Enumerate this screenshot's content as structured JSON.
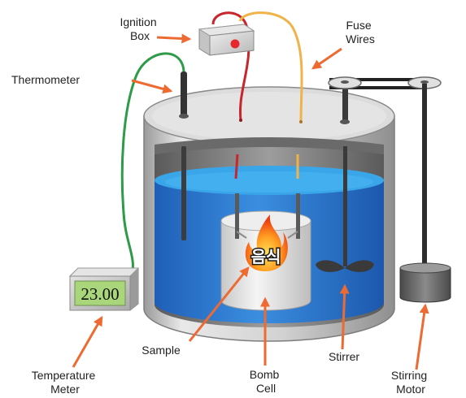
{
  "labels": {
    "ignition_box": [
      "Ignition",
      "Box"
    ],
    "fuse_wires": [
      "Fuse",
      "Wires"
    ],
    "thermometer": "Thermometer",
    "temperature_meter": [
      "Temperature",
      "Meter"
    ],
    "sample": "Sample",
    "bomb_cell": [
      "Bomb",
      "Cell"
    ],
    "stirrer": "Stirrer",
    "stirring_motor": [
      "Stirring",
      "Motor"
    ]
  },
  "meter_reading": "23.00",
  "sample_text": "음식",
  "icons": [
    "flame-icon",
    "ignition-indicator-light"
  ],
  "colors": {
    "water": "#2f7fd3",
    "water_surface": "#3aa6ea",
    "arrow": "#ee6a33",
    "wire_red": "#c9252c",
    "wire_yellow": "#f0b34a",
    "wire_green": "#2e9b48",
    "meter_screen": "#a9d67a",
    "indicator": "#e8262d"
  }
}
